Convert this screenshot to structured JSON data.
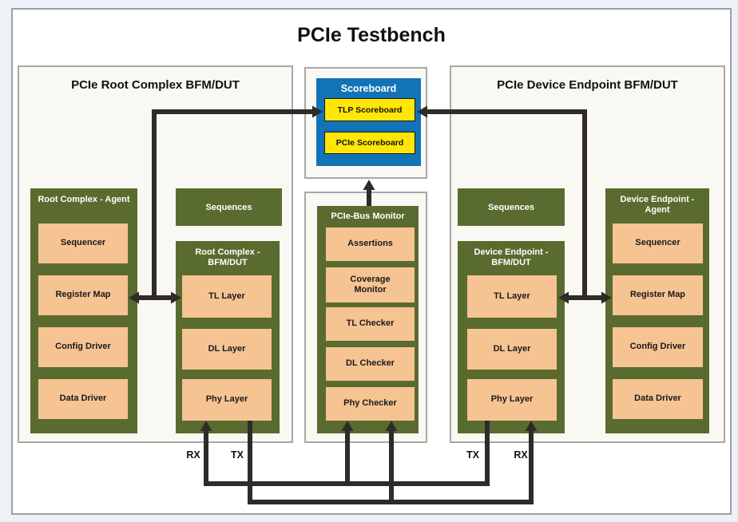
{
  "title": "PCIe Testbench",
  "colors": {
    "green_box": "#5a6b2f",
    "orange_box": "#f6c392",
    "scoreboard_blue": "#1273b7",
    "scoreboard_yellow": "#ffe607",
    "arrow": "#2e2b28",
    "container_fill": "#f9f8f2"
  },
  "root_complex": {
    "title": "PCIe Root Complex BFM/DUT",
    "agent": {
      "title": "Root Complex - Agent",
      "items": [
        "Sequencer",
        "Register Map",
        "Config Driver",
        "Data Driver"
      ]
    },
    "sequences_label": "Sequences",
    "bfm": {
      "title": "Root Complex - BFM/DUT",
      "items": [
        "TL Layer",
        "DL Layer",
        "Phy Layer"
      ]
    },
    "rx_label": "RX",
    "tx_label": "TX"
  },
  "scoreboard": {
    "title": "Scoreboard",
    "items": [
      "TLP Scoreboard",
      "PCIe Scoreboard"
    ]
  },
  "monitor": {
    "title": "PCIe-Bus Monitor",
    "items": [
      "Assertions",
      "Coverage Monitor",
      "TL Checker",
      "DL Checker",
      "Phy Checker"
    ]
  },
  "device_endpoint": {
    "title": "PCIe Device Endpoint BFM/DUT",
    "sequences_label": "Sequences",
    "bfm": {
      "title": "Device Endpoint - BFM/DUT",
      "items": [
        "TL Layer",
        "DL Layer",
        "Phy Layer"
      ]
    },
    "agent": {
      "title": "Device Endpoint - Agent",
      "items": [
        "Sequencer",
        "Register Map",
        "Config Driver",
        "Data Driver"
      ]
    },
    "tx_label": "TX",
    "rx_label": "RX"
  }
}
